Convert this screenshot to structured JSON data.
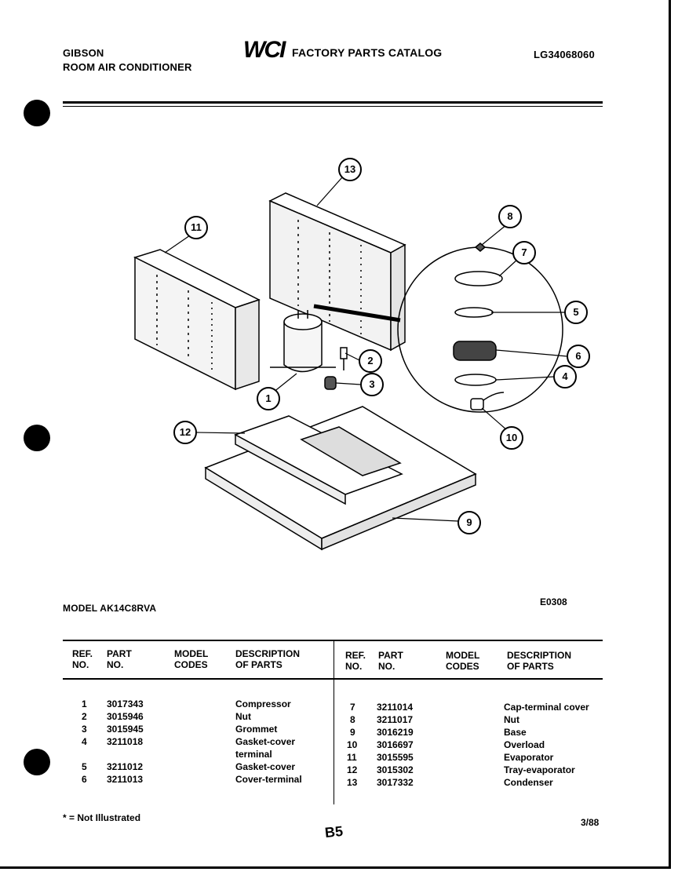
{
  "header": {
    "brand_line1": "GIBSON",
    "brand_line2": "ROOM AIR CONDITIONER",
    "logo_text": "WCI",
    "catalog_title": "FACTORY PARTS CATALOG",
    "catalog_code": "LG34068060"
  },
  "diagram": {
    "callouts": [
      "13",
      "11",
      "8",
      "7",
      "5",
      "6",
      "4",
      "2",
      "3",
      "1",
      "10",
      "12",
      "9"
    ],
    "figure_code": "E0308"
  },
  "model_label": "MODEL AK14C8RVA",
  "table": {
    "headers": {
      "ref_no": [
        "REF.",
        "NO."
      ],
      "part_no": [
        "PART",
        "NO."
      ],
      "model_codes": [
        "MODEL",
        "CODES"
      ],
      "description": [
        "DESCRIPTION",
        "OF PARTS"
      ]
    },
    "left_rows": [
      {
        "ref": "1",
        "part": "3017343",
        "desc": "Compressor"
      },
      {
        "ref": "2",
        "part": "3015946",
        "desc": "Nut"
      },
      {
        "ref": "3",
        "part": "3015945",
        "desc": "Grommet"
      },
      {
        "ref": "4",
        "part": "3211018",
        "desc": "Gasket-cover",
        "desc2": "terminal"
      },
      {
        "ref": "5",
        "part": "3211012",
        "desc": "Gasket-cover"
      },
      {
        "ref": "6",
        "part": "3211013",
        "desc": "Cover-terminal"
      }
    ],
    "right_rows": [
      {
        "ref": "7",
        "part": "3211014",
        "desc": "Cap-terminal cover"
      },
      {
        "ref": "8",
        "part": "3211017",
        "desc": "Nut"
      },
      {
        "ref": "9",
        "part": "3016219",
        "desc": "Base"
      },
      {
        "ref": "10",
        "part": "3016697",
        "desc": "Overload"
      },
      {
        "ref": "11",
        "part": "3015595",
        "desc": "Evaporator"
      },
      {
        "ref": "12",
        "part": "3015302",
        "desc": "Tray-evaporator"
      },
      {
        "ref": "13",
        "part": "3017332",
        "desc": "Condenser"
      }
    ]
  },
  "footer": {
    "note": "* = Not Illustrated",
    "page": "B5",
    "date": "3/88"
  }
}
